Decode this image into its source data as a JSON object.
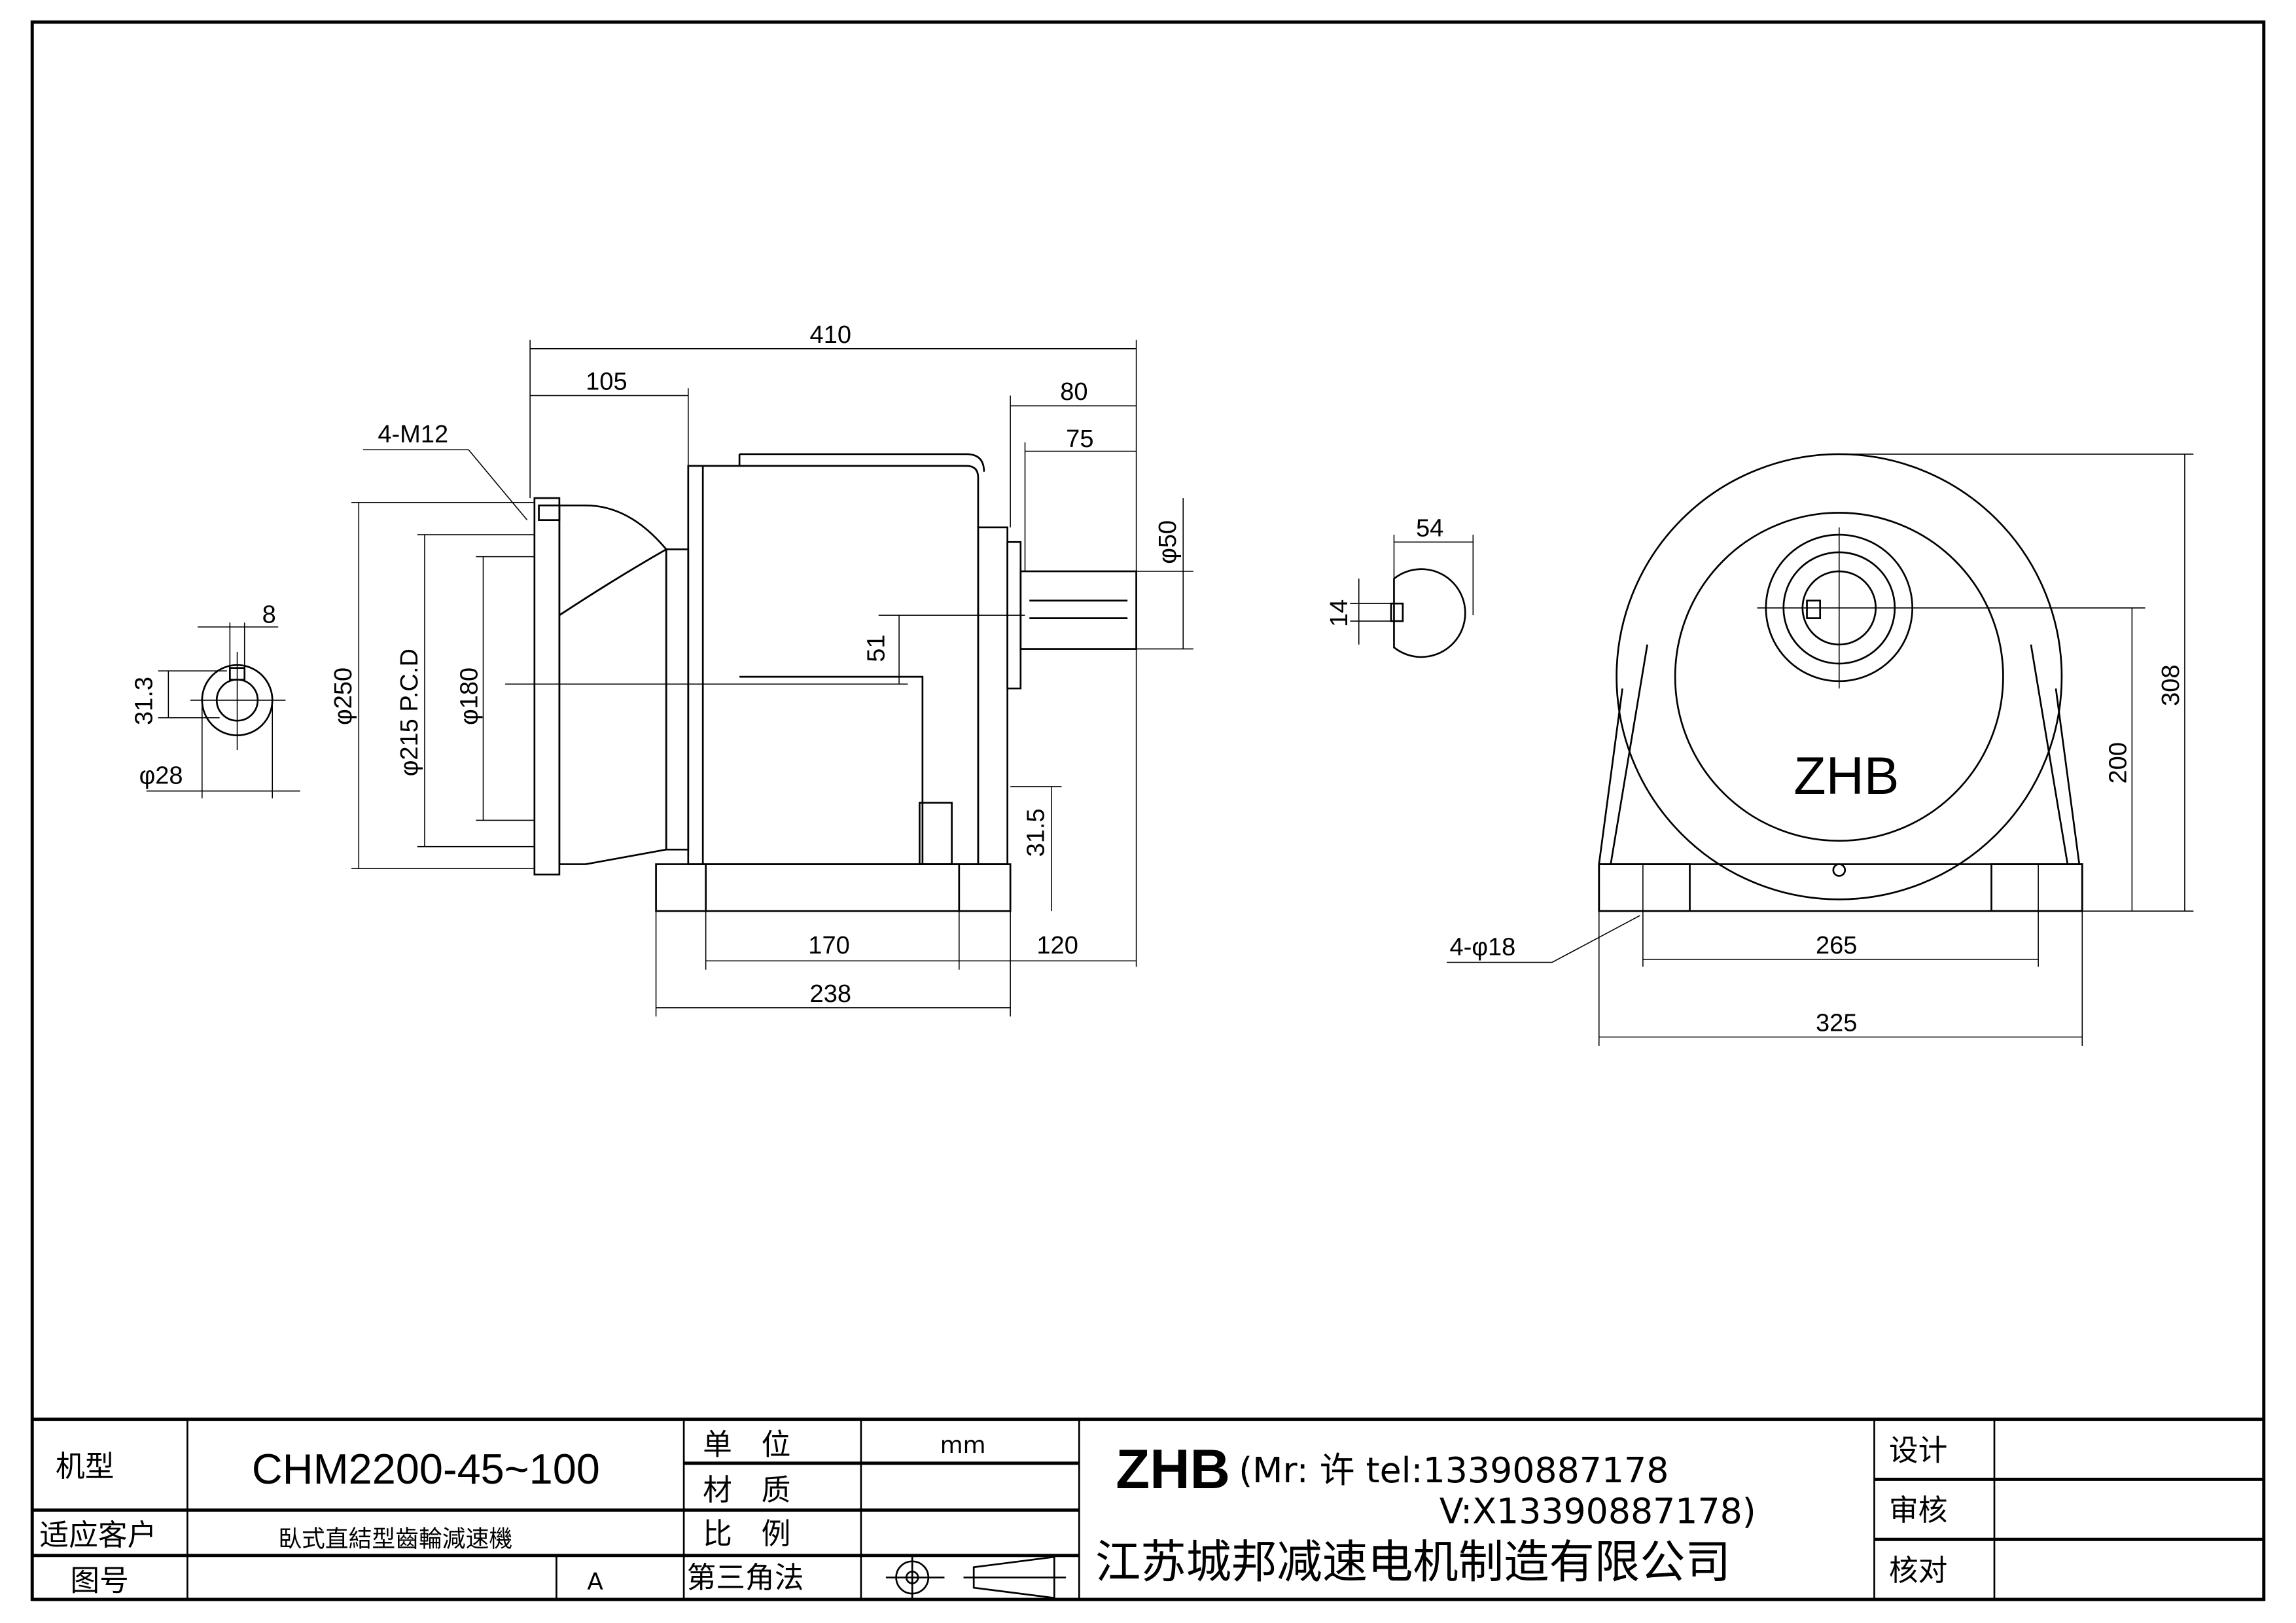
{
  "drawing": {
    "shaft_end": {
      "key_width": "8",
      "key_depth": "31.3",
      "diameter": "φ28"
    },
    "side_view": {
      "overall_length": "410",
      "flange_length": "105",
      "shaft_length": "80",
      "key_length": "75",
      "shaft_diameter": "φ50",
      "shaft_offset": "51",
      "base_height": "31.5",
      "foot_spacing": "170",
      "foot_to_end": "120",
      "base_length": "238",
      "flange_diameter": "φ250",
      "pcd": "φ215 P.C.D",
      "spigot_diameter": "φ180",
      "bolt_holes": "4-M12"
    },
    "key_view": {
      "width": "54",
      "height": "14"
    },
    "end_view": {
      "logo": "ZHB",
      "total_height": "308",
      "center_height": "200",
      "foot_hole_spacing": "265",
      "base_width": "325",
      "foot_holes": "4-φ18"
    }
  },
  "title_block": {
    "model_label": "机型",
    "model_value": "CHM2200-45~100",
    "customer_label": "适应客户",
    "description": "臥式直結型齒輪減速機",
    "drawing_no_label": "图号",
    "drawing_no_value": "",
    "revision": "A",
    "unit_label": "单　位",
    "unit_value": "mm",
    "material_label": "材　质",
    "scale_label": "比　例",
    "projection_label": "第三角法",
    "brand": "ZHB",
    "contact_line1": "(Mr: 许 tel:13390887178",
    "contact_line2": "V:X13390887178)",
    "company": "江苏城邦减速电机制造有限公司",
    "design_label": "设计",
    "review_label": "审核",
    "check_label": "核对"
  }
}
